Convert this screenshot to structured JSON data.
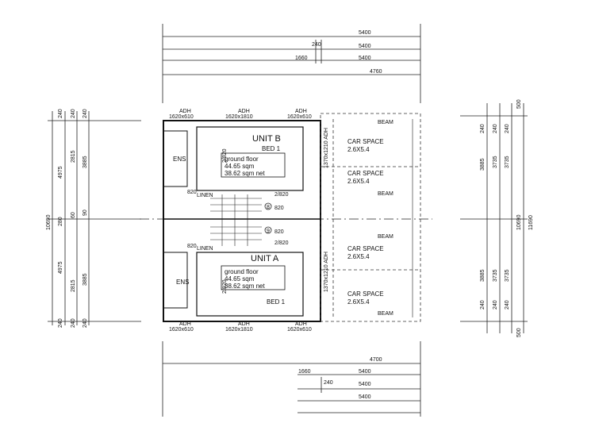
{
  "top_dims": [
    "5400",
    "240",
    "5400",
    "1660",
    "5400",
    "4760"
  ],
  "bottom_dims": [
    "4700",
    "1660",
    "5400",
    "240",
    "5400",
    "5400"
  ],
  "left_dims": [
    "240",
    "240",
    "240",
    "4975",
    "2815",
    "3885",
    "10690",
    "280",
    "60",
    "90",
    "4975",
    "2815",
    "3885",
    "240",
    "240",
    "240"
  ],
  "right_dims": [
    "500",
    "240",
    "240",
    "240",
    "3885",
    "3735",
    "3735",
    "10690",
    "11690",
    "3885",
    "3735",
    "3735",
    "240",
    "240",
    "240",
    "500"
  ],
  "unit_b": {
    "name": "UNIT B",
    "bed": "BED 1",
    "area_1": "ground floor",
    "area_2": "44.65 sqm",
    "area_3": "38.62 sqm net",
    "ens": "ENS",
    "linen": "LINEN",
    "wir": "2/820",
    "door": "2/820",
    "win_top_1": "ADH",
    "win_top_1b": "1620x610",
    "win_top_2": "ADH",
    "win_top_2b": "1620x1810",
    "win_top_3": "ADH",
    "win_top_3b": "1620x610",
    "side_win": "1370x1210 ADH"
  },
  "unit_a": {
    "name": "UNIT A",
    "bed": "BED 1",
    "area_1": "ground floor",
    "area_2": "44.65 sqm",
    "area_3": "38.62 sqm net",
    "ens": "ENS",
    "linen": "LINEN",
    "wir": "2/820",
    "door": "2/820",
    "win_bot_1": "ADH",
    "win_bot_1b": "1620x610",
    "win_bot_2": "ADH",
    "win_bot_2b": "1620x1810",
    "win_bot_3": "ADH",
    "win_bot_3b": "1620x610",
    "side_win": "1370x1210 ADH"
  },
  "carport": {
    "spaces": [
      {
        "label": "CAR SPACE",
        "size": "2.6X5.4"
      },
      {
        "label": "CAR SPACE",
        "size": "2.6X5.4"
      },
      {
        "label": "CAR SPACE",
        "size": "2.6X5.4"
      },
      {
        "label": "CAR SPACE",
        "size": "2.6X5.4"
      }
    ],
    "beam": "BEAM"
  },
  "misc": {
    "stair_a": "820",
    "stair_b": "820",
    "stair_c": "820",
    "stair_d": "820",
    "marker_b": "8",
    "marker_a": "9"
  }
}
